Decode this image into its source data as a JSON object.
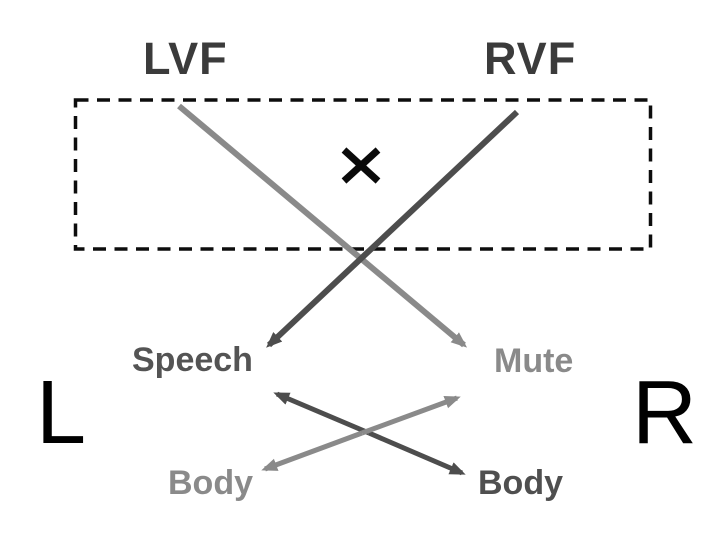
{
  "diagram": {
    "type": "split-brain visual pathway diagram",
    "visual_fields": {
      "left_label": "LVF",
      "right_label": "RVF"
    },
    "fixation": {
      "icon": "fixation-cross-icon",
      "glyph": "×"
    },
    "hemispheres": {
      "left_label": "L",
      "right_label": "R"
    },
    "outputs": {
      "speech_label": "Speech",
      "mute_label": "Mute",
      "body_left_label": "Body",
      "body_right_label": "Body"
    },
    "colors": {
      "lvf_pathway_gray": "#8a8a8a",
      "rvf_pathway_dark": "#4d4d4d",
      "heading_dark": "#3b3b3b",
      "hemisphere_black": "#000000",
      "dashed_box_black": "#0d0d0d",
      "background": "#ffffff"
    },
    "connections": [
      {
        "from": "LVF",
        "to": "Mute (right hemisphere)",
        "color": "gray",
        "heads": "single"
      },
      {
        "from": "RVF",
        "to": "Speech (left hemisphere)",
        "color": "dark",
        "heads": "single"
      },
      {
        "from": "Speech",
        "to": "Body (right hemisphere)",
        "color": "dark",
        "heads": "double"
      },
      {
        "from": "Body (left hemisphere)",
        "to": "Mute",
        "color": "gray",
        "heads": "double"
      }
    ]
  }
}
